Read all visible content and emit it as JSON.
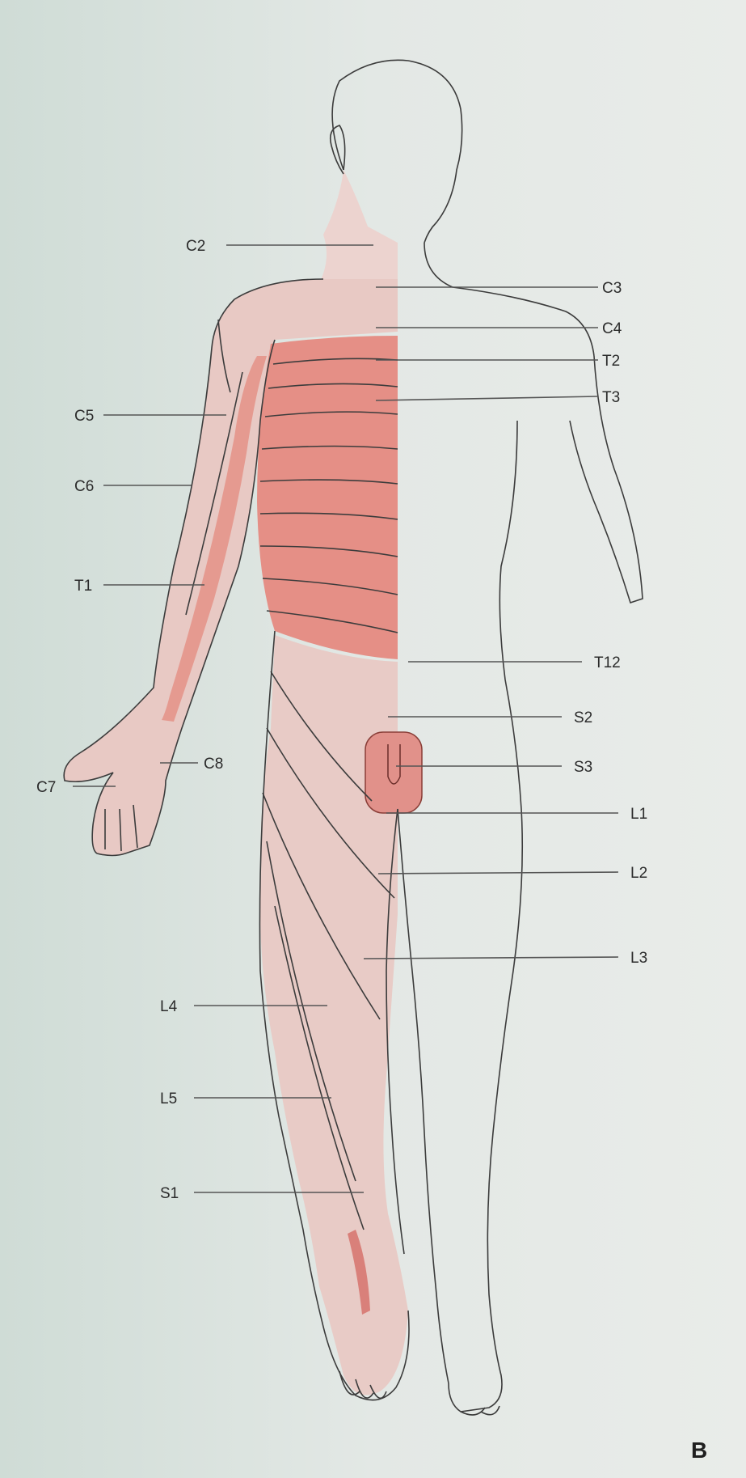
{
  "figure": {
    "panel_letter": "B",
    "labels": {
      "C2": "C2",
      "C3": "C3",
      "C4": "C4",
      "T2": "T2",
      "T3": "T3",
      "C5": "C5",
      "C6": "C6",
      "T1": "T1",
      "T12": "T12",
      "S2": "S2",
      "C8": "C8",
      "S3": "S3",
      "C7": "C7",
      "L1": "L1",
      "L2": "L2",
      "L3": "L3",
      "L4": "L4",
      "L5": "L5",
      "S1": "S1"
    }
  },
  "colors": {
    "background_left": "#d6dbd5",
    "background_right": "#e6ebe8",
    "skin_pale": "#e8c9c4",
    "skin_strong": "#e48e85",
    "outline": "#3a3a3a",
    "leader": "#555555"
  }
}
